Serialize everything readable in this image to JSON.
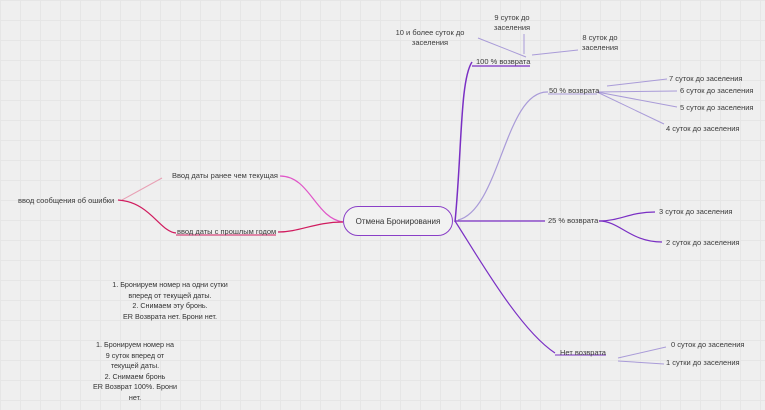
{
  "root": {
    "label": "Отмена  Бронирования"
  },
  "branches": {
    "full_refund": {
      "label": "100 % возврата",
      "children": [
        "10 и более суток до заселения",
        "9 суток до заселения",
        "8 суток до заселения"
      ]
    },
    "half_refund": {
      "label": "50 % возврата",
      "children": [
        "7 суток до заселения",
        "6 суток до заселения",
        "5 суток до заселения",
        "4 суток до заселения"
      ]
    },
    "quarter_refund": {
      "label": "25 % возврата",
      "children": [
        "3 суток до заселения",
        "2 суток до заселения"
      ]
    },
    "no_refund": {
      "label": "Нет возврата",
      "children": [
        "0 суток до заселения",
        "1 сутки до заселения"
      ]
    },
    "date_before_today": {
      "label": "Ввод даты ранее чем текущая"
    },
    "date_last_year": {
      "label": "ввод даты с прошлым годом"
    },
    "error_message": {
      "label": "ввод сообщения об ошибки"
    }
  },
  "notes": [
    [
      "1. Бронируем номер  на одни сутки",
      "вперед от текущей даты.",
      "2. Снимаем эту бронь.",
      "ER Возврата нет. Брони нет."
    ],
    [
      "1. Бронируем номер на",
      "9 суток вперед от",
      "текущей даты.",
      "2. Снимаем бронь",
      "ER Возврат 100%. Брони",
      "нет."
    ]
  ],
  "colors": {
    "purple": "#7a2fc4",
    "lavender": "#a99bd8",
    "magenta": "#e056c8",
    "crimson": "#d01b5e",
    "pink": "#e8a0b4"
  }
}
